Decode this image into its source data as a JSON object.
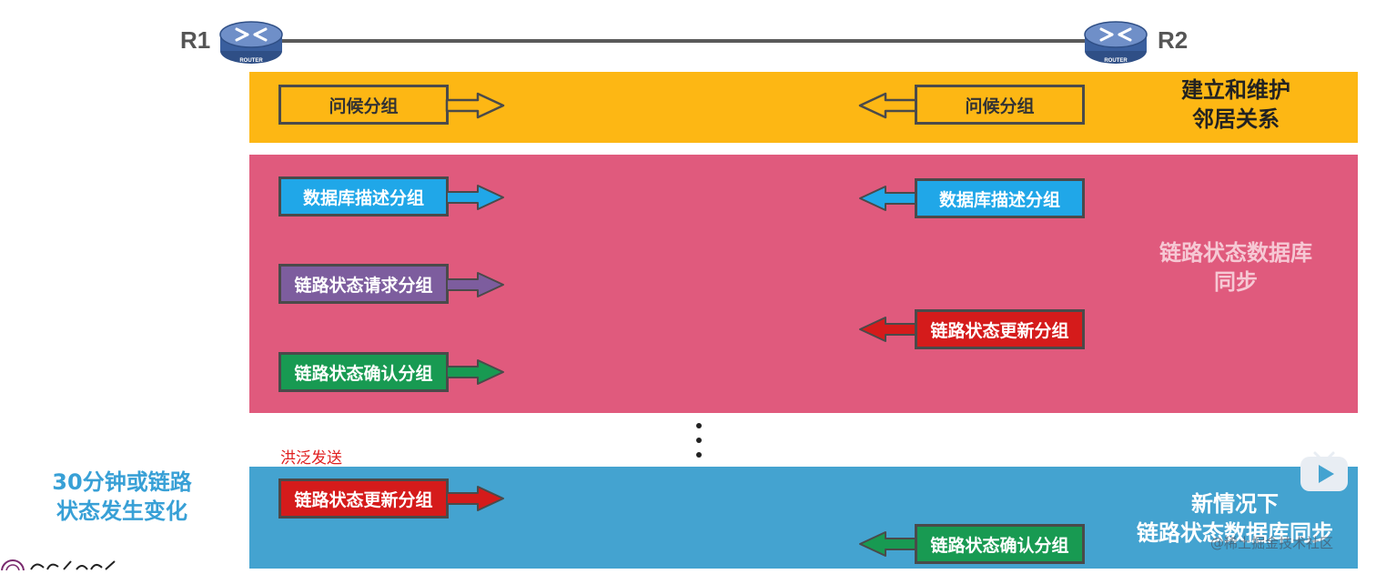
{
  "routers": {
    "left_label": "R1",
    "right_label": "R2",
    "icon_text": "ROUTER"
  },
  "hello_band": {
    "left_packet": "问候分组",
    "right_packet": "问候分组",
    "caption_line1": "建立和维护",
    "caption_line2": "邻居关系"
  },
  "sync_band": {
    "left_packets": [
      "数据库描述分组",
      "链路状态请求分组",
      "链路状态确认分组"
    ],
    "right_packets": [
      "数据库描述分组",
      "链路状态更新分组"
    ],
    "caption_line1": "链路状态数据库",
    "caption_line2": "同步"
  },
  "flood_note": "洪泛发送",
  "update_band": {
    "left_packet": "链路状态更新分组",
    "right_packet": "链路状态确认分组",
    "caption_line1": "新情况下",
    "caption_line2": "链路状态数据库同步"
  },
  "trigger_text": {
    "line1": "30分钟或链路",
    "line2": "状态发生变化"
  },
  "overlay": {
    "watermark": "@稀土掘金技术社区"
  },
  "colors": {
    "hello_band": "#fdb714",
    "sync_band": "#e05a7d",
    "update_band": "#44a3d0",
    "db_desc": "#20a7e8",
    "ls_request": "#7d5d9e",
    "ls_ack": "#189a52",
    "ls_update": "#d51b1b"
  }
}
